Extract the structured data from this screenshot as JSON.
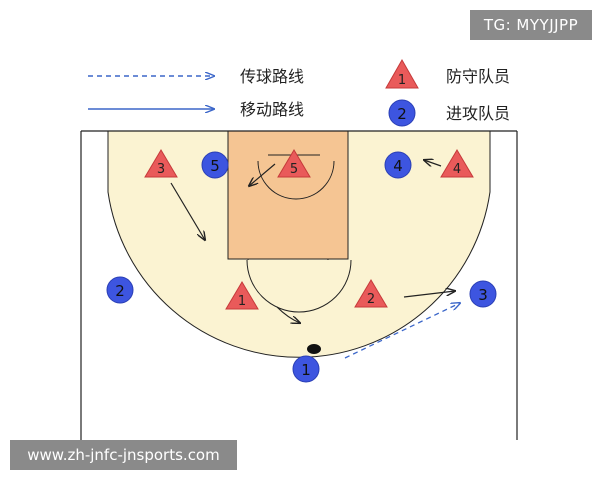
{
  "watermark_top": "TG: MYYJJPP",
  "watermark_bottom": "www.zh-jnfc-jnsports.com",
  "legend": {
    "pass_route": "传球路线",
    "move_route": "移动路线",
    "defender": {
      "symbol": "1",
      "label": "防守队员"
    },
    "attacker": {
      "symbol": "2",
      "label": "进攻队员"
    }
  },
  "defenders": [
    "3",
    "5",
    "4",
    "1",
    "2"
  ],
  "attackers": [
    "5",
    "4",
    "2",
    "3",
    "1"
  ],
  "colors": {
    "court_fill": "#fbf3d2",
    "key_fill": "#f5c593",
    "defender": "#e95a5a",
    "attacker": "#3d55e0",
    "route": "#3b66c9"
  }
}
